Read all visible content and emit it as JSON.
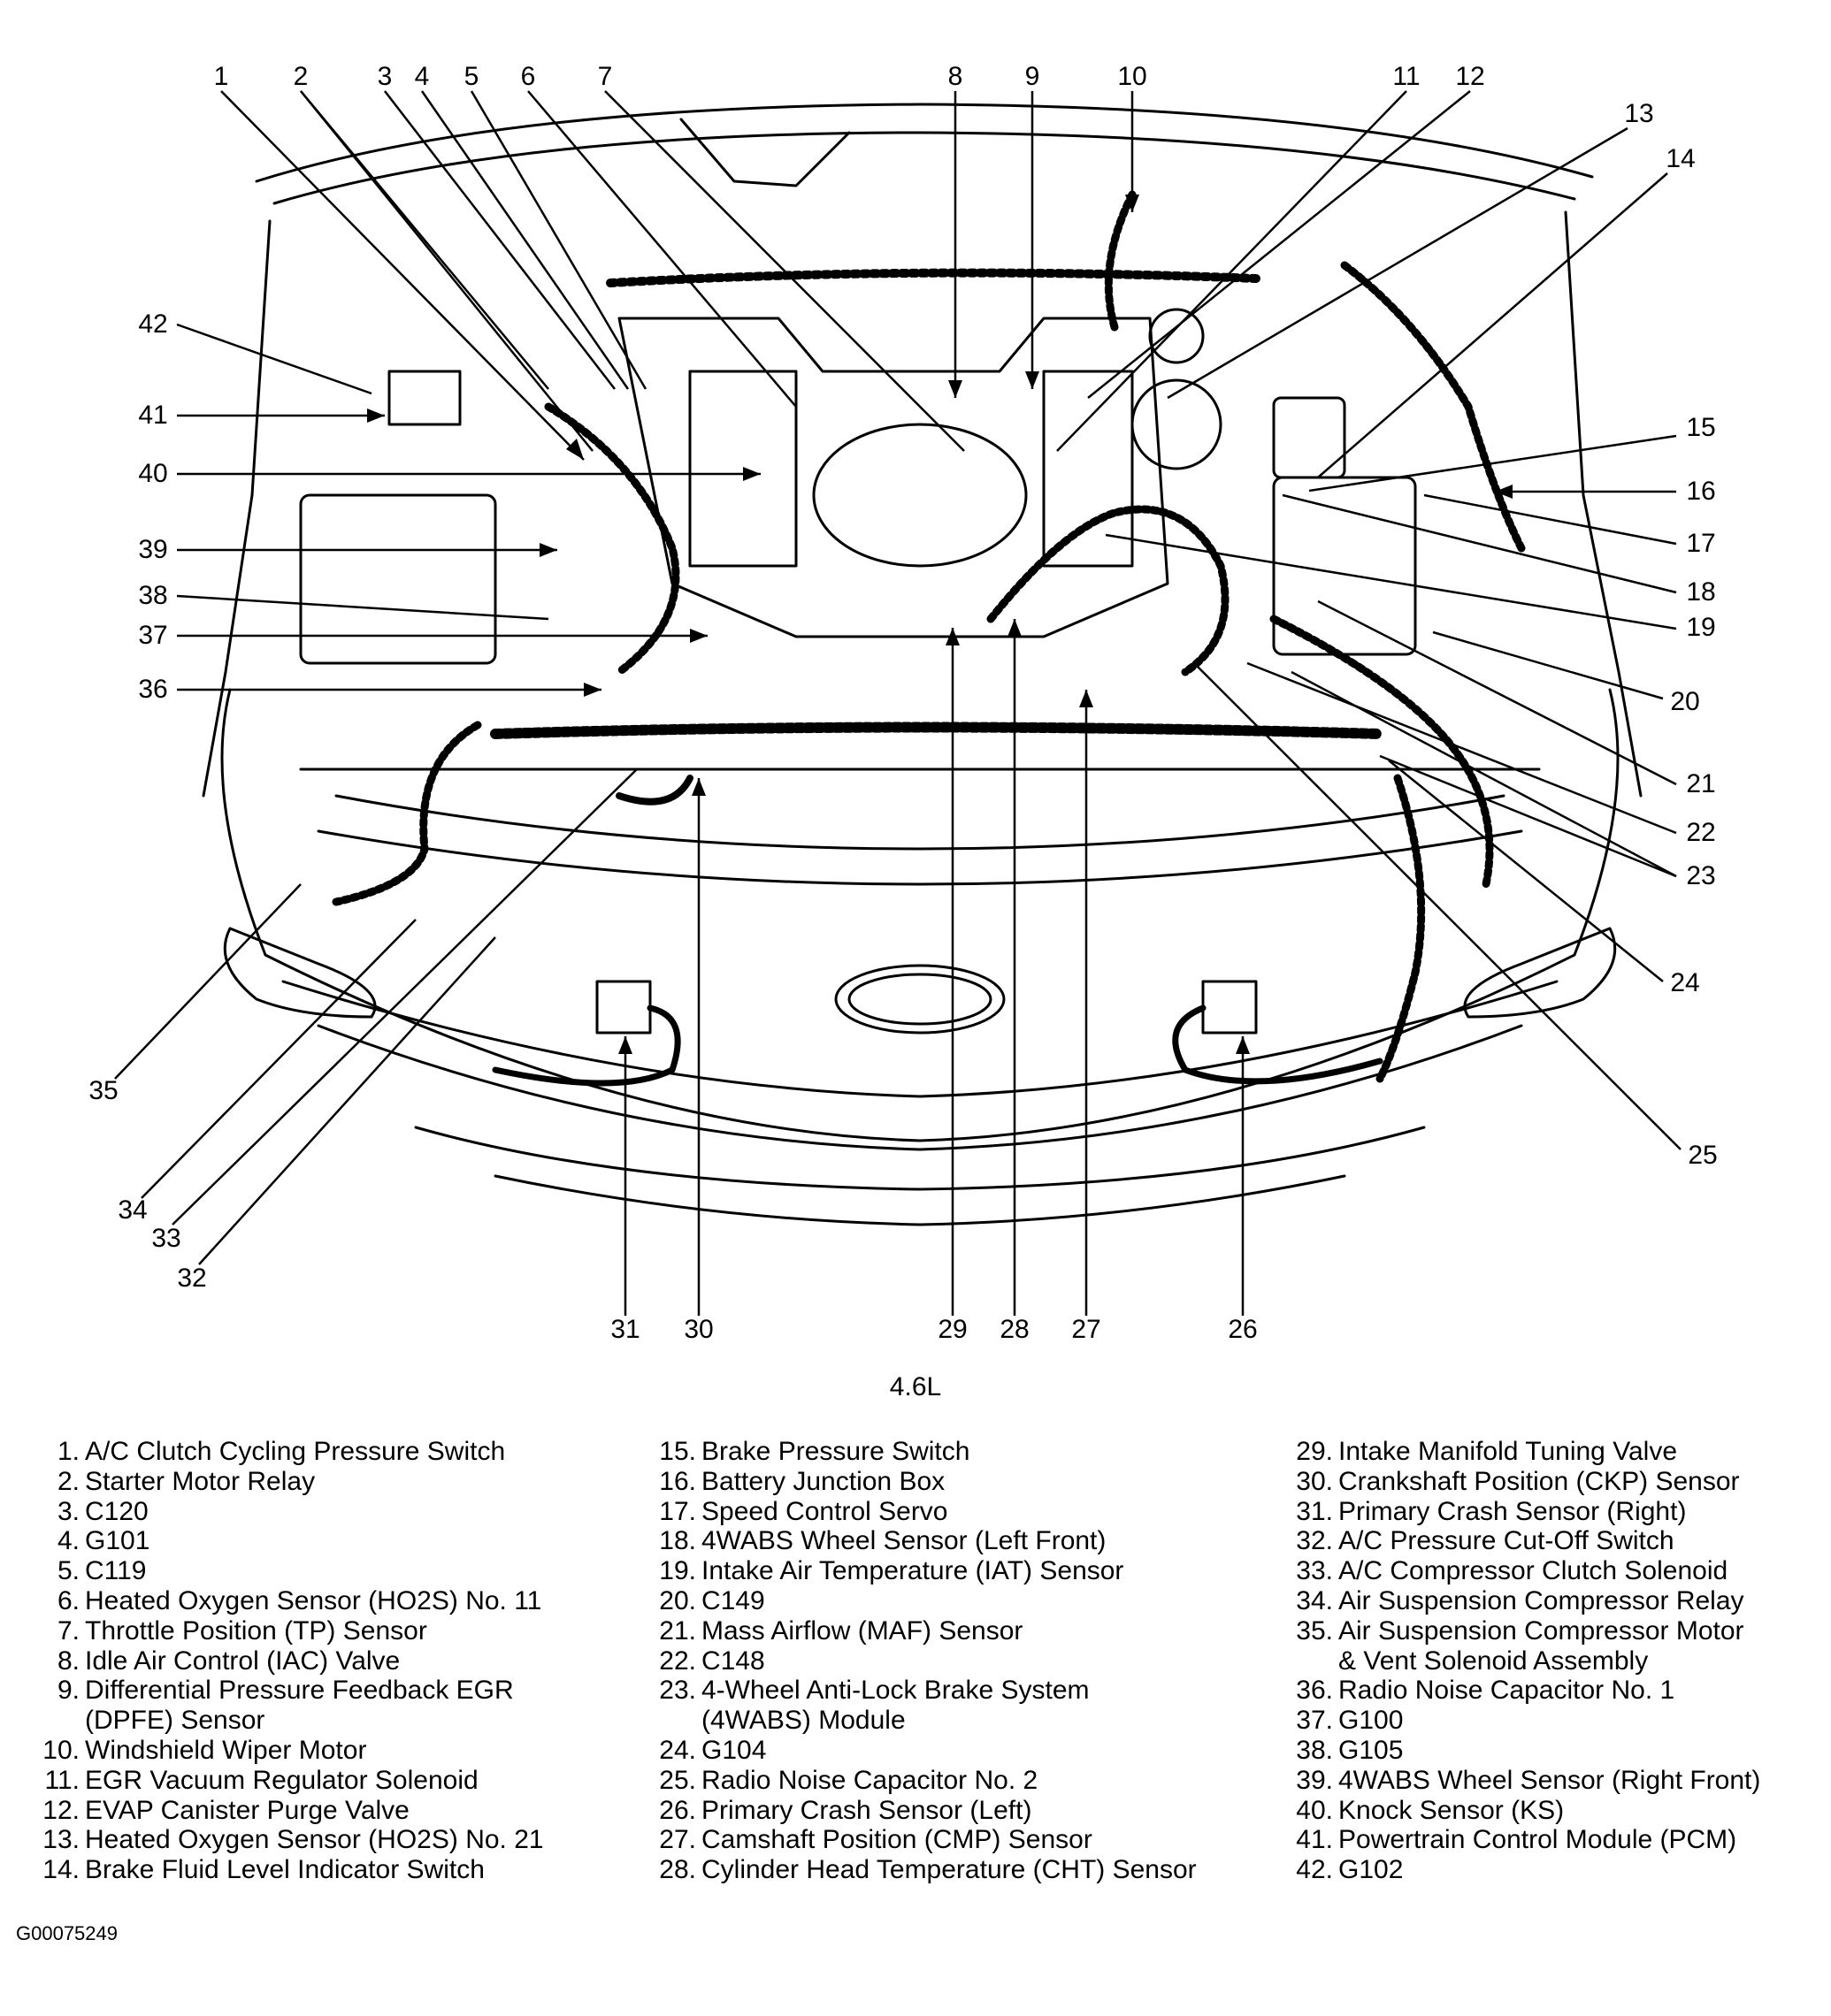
{
  "callouts": [
    {
      "n": "1"
    },
    {
      "n": "2"
    },
    {
      "n": "3"
    },
    {
      "n": "4"
    },
    {
      "n": "5"
    },
    {
      "n": "6"
    },
    {
      "n": "7"
    },
    {
      "n": "8"
    },
    {
      "n": "9"
    },
    {
      "n": "10"
    },
    {
      "n": "11"
    },
    {
      "n": "12"
    },
    {
      "n": "13"
    },
    {
      "n": "14"
    },
    {
      "n": "15"
    },
    {
      "n": "16"
    },
    {
      "n": "17"
    },
    {
      "n": "18"
    },
    {
      "n": "19"
    },
    {
      "n": "20"
    },
    {
      "n": "21"
    },
    {
      "n": "22"
    },
    {
      "n": "23"
    },
    {
      "n": "24"
    },
    {
      "n": "25"
    },
    {
      "n": "26"
    },
    {
      "n": "27"
    },
    {
      "n": "28"
    },
    {
      "n": "29"
    },
    {
      "n": "30"
    },
    {
      "n": "31"
    },
    {
      "n": "32"
    },
    {
      "n": "33"
    },
    {
      "n": "34"
    },
    {
      "n": "35"
    },
    {
      "n": "36"
    },
    {
      "n": "37"
    },
    {
      "n": "38"
    },
    {
      "n": "39"
    },
    {
      "n": "40"
    },
    {
      "n": "41"
    },
    {
      "n": "42"
    }
  ],
  "engine_label": "4.6L",
  "legend": {
    "col1": [
      {
        "num": "1.",
        "text": "A/C Clutch Cycling Pressure Switch"
      },
      {
        "num": "2.",
        "text": "Starter Motor Relay"
      },
      {
        "num": "3.",
        "text": "C120"
      },
      {
        "num": "4.",
        "text": "G101"
      },
      {
        "num": "5.",
        "text": "C119"
      },
      {
        "num": "6.",
        "text": "Heated Oxygen Sensor (HO2S) No. 11"
      },
      {
        "num": "7.",
        "text": "Throttle Position (TP) Sensor"
      },
      {
        "num": "8.",
        "text": "Idle Air Control (IAC) Valve"
      },
      {
        "num": "9.",
        "text": "Differential Pressure Feedback EGR"
      },
      {
        "num": "",
        "text": "(DPFE) Sensor"
      },
      {
        "num": "10.",
        "text": "Windshield Wiper Motor"
      },
      {
        "num": "11.",
        "text": "EGR Vacuum Regulator Solenoid"
      },
      {
        "num": "12.",
        "text": "EVAP Canister Purge Valve"
      },
      {
        "num": "13.",
        "text": "Heated Oxygen Sensor (HO2S) No. 21"
      },
      {
        "num": "14.",
        "text": "Brake Fluid Level Indicator Switch"
      }
    ],
    "col2": [
      {
        "num": "15.",
        "text": "Brake Pressure Switch"
      },
      {
        "num": "16.",
        "text": "Battery Junction Box"
      },
      {
        "num": "17.",
        "text": "Speed Control Servo"
      },
      {
        "num": "18.",
        "text": "4WABS Wheel Sensor (Left Front)"
      },
      {
        "num": "19.",
        "text": "Intake Air Temperature (IAT) Sensor"
      },
      {
        "num": "20.",
        "text": "C149"
      },
      {
        "num": "21.",
        "text": "Mass Airflow (MAF) Sensor"
      },
      {
        "num": "22.",
        "text": "C148"
      },
      {
        "num": "23.",
        "text": "4-Wheel Anti-Lock Brake System"
      },
      {
        "num": "",
        "text": "(4WABS) Module"
      },
      {
        "num": "24.",
        "text": "G104"
      },
      {
        "num": "25.",
        "text": "Radio Noise Capacitor No. 2"
      },
      {
        "num": "26.",
        "text": "Primary Crash Sensor (Left)"
      },
      {
        "num": "27.",
        "text": "Camshaft Position (CMP) Sensor"
      },
      {
        "num": "28.",
        "text": "Cylinder Head Temperature (CHT) Sensor"
      }
    ],
    "col3": [
      {
        "num": "29.",
        "text": "Intake Manifold Tuning Valve"
      },
      {
        "num": "30.",
        "text": "Crankshaft Position (CKP) Sensor"
      },
      {
        "num": "31.",
        "text": "Primary Crash Sensor (Right)"
      },
      {
        "num": "32.",
        "text": "A/C Pressure Cut-Off Switch"
      },
      {
        "num": "33.",
        "text": "A/C Compressor Clutch Solenoid"
      },
      {
        "num": "34.",
        "text": "Air Suspension Compressor Relay"
      },
      {
        "num": "35.",
        "text": "Air Suspension Compressor Motor"
      },
      {
        "num": "",
        "text": "& Vent Solenoid Assembly"
      },
      {
        "num": "36.",
        "text": "Radio Noise Capacitor No. 1"
      },
      {
        "num": "37.",
        "text": "G100"
      },
      {
        "num": "38.",
        "text": "G105"
      },
      {
        "num": "39.",
        "text": "4WABS Wheel Sensor (Right Front)"
      },
      {
        "num": "40.",
        "text": "Knock Sensor (KS)"
      },
      {
        "num": "41.",
        "text": "Powertrain Control Module (PCM)"
      },
      {
        "num": "42.",
        "text": "G102"
      }
    ]
  },
  "figure_id": "G00075249"
}
